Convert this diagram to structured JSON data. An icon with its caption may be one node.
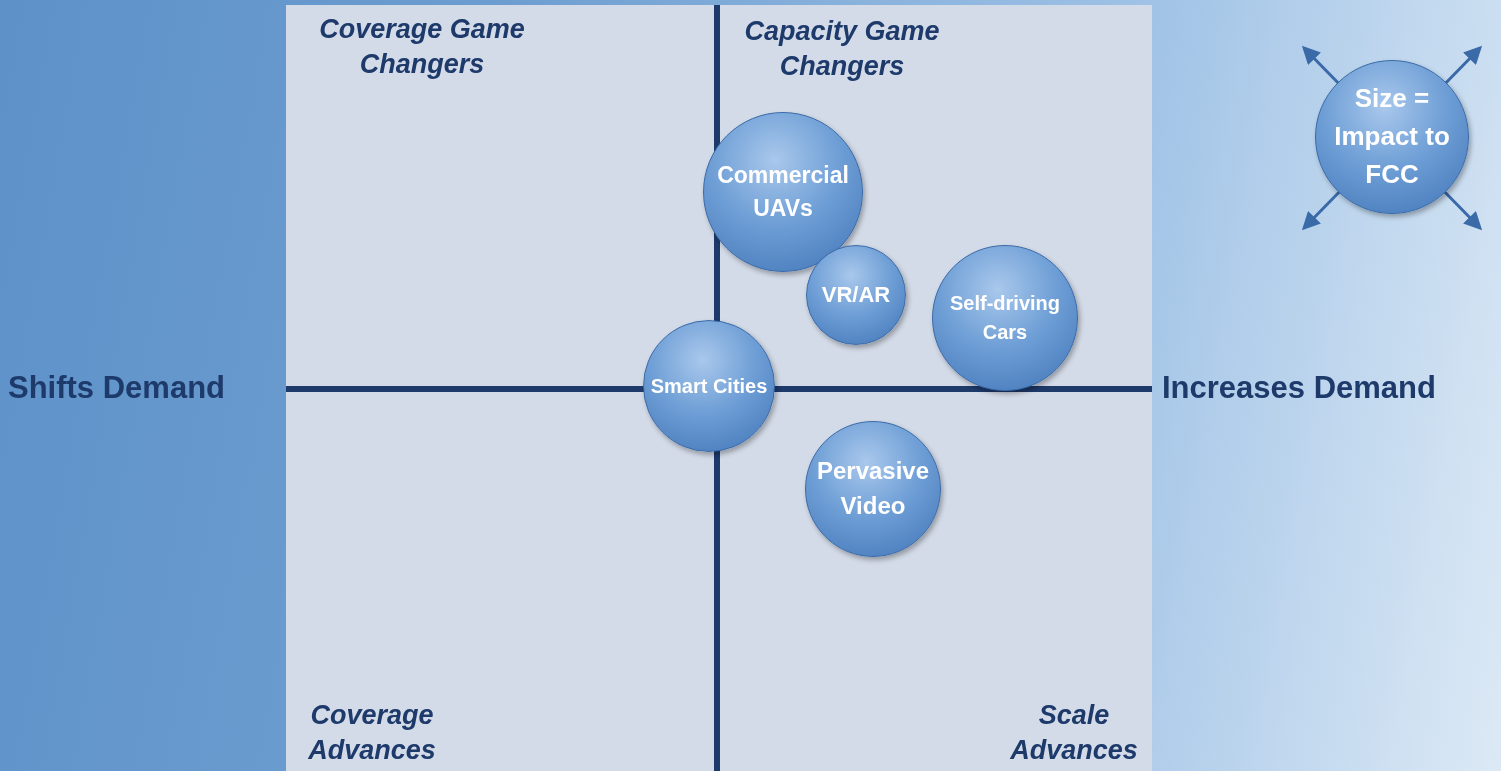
{
  "diagram": {
    "nodes": [
      {
        "text": [
          "Commercial UAVs"
        ]
      },
      {
        "text": [
          "VR/AR"
        ]
      },
      {
        "text": [
          "Self-driving Cars"
        ]
      },
      {
        "text": [
          "Smart Cities"
        ]
      },
      {
        "text": [
          "Pervasive Video"
        ]
      },
      {
        "text": [
          "Size = Impact to FCC"
        ]
      }
    ],
    "edges": [],
    "labels": [
      "Coverage Game Changers",
      "Capacity Game Changers",
      "Shifts Demand",
      "Increases Demand",
      "Coverage Advances",
      "Scale Advances"
    ]
  }
}
